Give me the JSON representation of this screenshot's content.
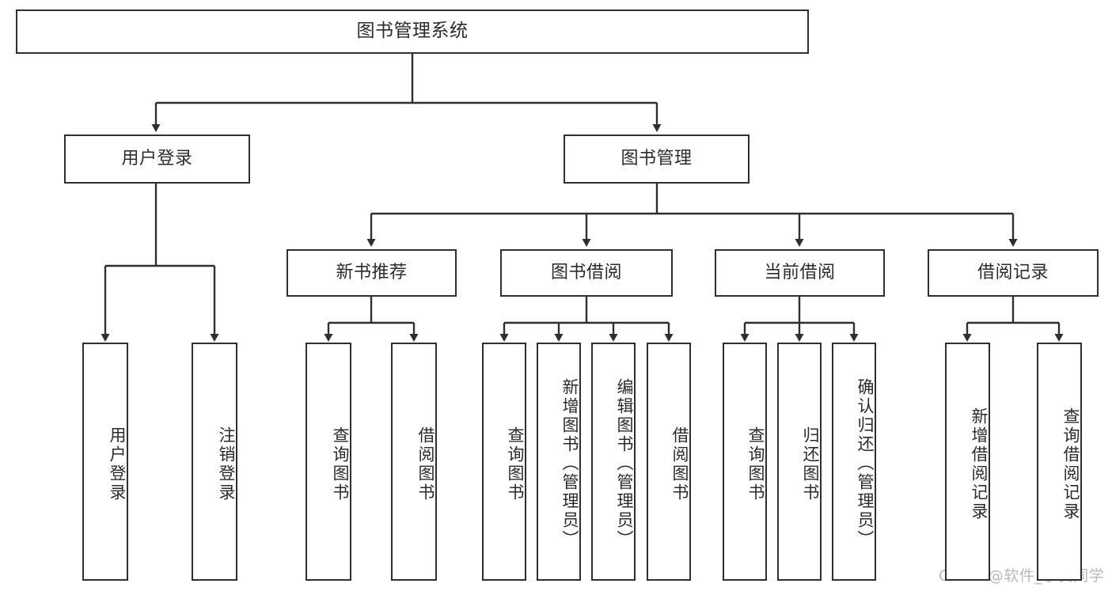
{
  "diagram": {
    "title": "图书管理系统",
    "type": "hierarchy-tree",
    "root": {
      "label": "图书管理系统"
    },
    "level2": [
      {
        "label": "用户登录"
      },
      {
        "label": "图书管理"
      }
    ],
    "level3": [
      {
        "label": "新书推荐"
      },
      {
        "label": "图书借阅"
      },
      {
        "label": "当前借阅"
      },
      {
        "label": "借阅记录"
      }
    ],
    "leaves": {
      "user_login": [
        "用户登录",
        "注销登录"
      ],
      "new_book_recommend": [
        "查询图书",
        "借阅图书"
      ],
      "book_borrow": [
        "查询图书",
        "新增图书（管理员）",
        "编辑图书（管理员）",
        "借阅图书"
      ],
      "current_borrow": [
        "查询图书",
        "归还图书",
        "确认归还（管理员）"
      ],
      "borrow_record": [
        "新增借阅记录",
        "查询借阅记录"
      ]
    }
  },
  "watermark": {
    "text": "CSDN @软件_小贺同学"
  },
  "colors": {
    "border": "#2f2f2f",
    "text": "#2b2b2b",
    "background": "#ffffff",
    "watermark": "#b9b9b9"
  }
}
